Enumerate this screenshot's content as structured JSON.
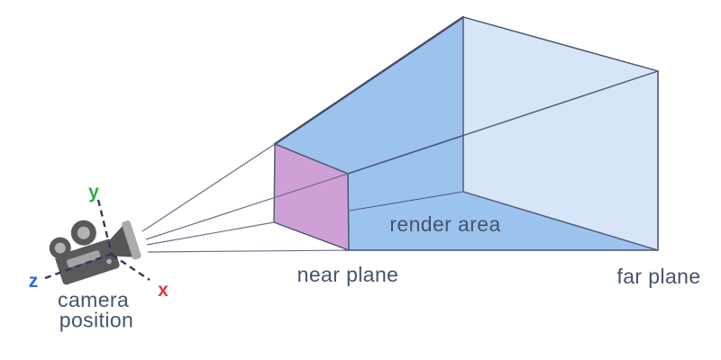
{
  "diagram": {
    "labels": {
      "camera_position_lines": [
        "camera",
        "position"
      ],
      "near_plane": "near plane",
      "render_area": "render area",
      "far_plane": "far plane"
    },
    "axis_labels": {
      "x": "x",
      "y": "y",
      "z": "z"
    },
    "colors": {
      "frustum_side_face": "#9cc3ee",
      "far_plane_face": "#d6e5f8",
      "near_plane_face": "#cfa0d6",
      "outline": "#4e546e",
      "camera_ray": "#68718c",
      "label_text": "#44546b",
      "axis_dash": "#2e3a5c",
      "axis_x_red": "#e03a40",
      "axis_y_green": "#2fae44",
      "axis_z_blue": "#2b6bd4",
      "camera_dark_gray": "#595959",
      "camera_light_gray": "#b2b2b2"
    }
  }
}
